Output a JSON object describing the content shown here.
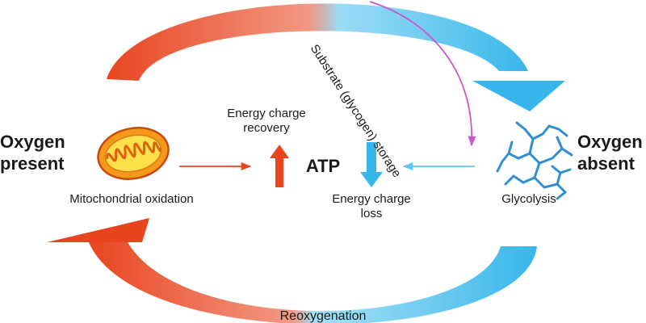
{
  "labels": {
    "oxygen_present": [
      "Oxygen",
      "present"
    ],
    "oxygen_absent": [
      "Oxygen",
      "absent"
    ],
    "mitochondrial_oxidation": "Mitochondrial oxidation",
    "glycolysis": "Glycolysis",
    "energy_charge_recovery": [
      "Energy charge",
      "recovery"
    ],
    "energy_charge_loss": [
      "Energy charge",
      "loss"
    ],
    "atp": "ATP",
    "substrate_storage": "Substrate (glycogen) storage",
    "reoxygenation": "Reoxygenation"
  },
  "colors": {
    "red": "#e8451f",
    "orange": "#f07a2a",
    "blue": "#36b6ea",
    "light_blue": "#5cc8ef",
    "magenta": "#cc55cc",
    "mito_fill": "#f7a21b",
    "mito_inner": "#fde14a",
    "glycogen": "#2f8fd0"
  },
  "icons": {
    "mitochondrion": "mitochondrion-icon",
    "glycogen": "glycogen-granule-icon"
  }
}
